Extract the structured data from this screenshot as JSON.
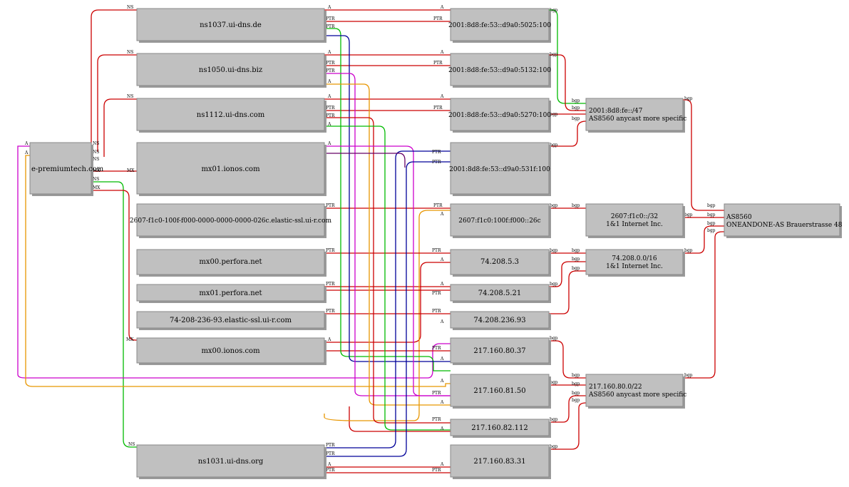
{
  "colors": {
    "red": "#cc0000",
    "green": "#00bb00",
    "blue": "#000099",
    "magenta": "#cc00cc",
    "orange": "#e89600",
    "node_fill": "#c0c0c0"
  },
  "nodes": {
    "domain": "e-premiumtech.com",
    "ns1037": "ns1037.ui-dns.de",
    "ns1050": "ns1050.ui-dns.biz",
    "ns1112": "ns1112.ui-dns.com",
    "mx01ionos": "mx01.ionos.com",
    "elastic2607": "2607-f1c0-100f-f000-0000-0000-0000-026c.elastic-ssl.ui-r.com",
    "mx00perfora": "mx00.perfora.net",
    "mx01perfora": "mx01.perfora.net",
    "elastic74": "74-208-236-93.elastic-ssl.ui-r.com",
    "mx00ionos": "mx00.ionos.com",
    "ns1031": "ns1031.ui-dns.org",
    "ip5025": "2001:8d8:fe:53::d9a0:5025:100",
    "ip5132": "2001:8d8:fe:53::d9a0:5132:100",
    "ip5270": "2001:8d8:fe:53::d9a0:5270:100",
    "ip531f": "2001:8d8:fe:53::d9a0:531f:100",
    "ip26c": "2607:f1c0:100f:f000::26c",
    "ip7453": "74.208.5.3",
    "ip74521": "74.208.5.21",
    "ip74236": "74.208.236.93",
    "ip8037": "217.160.80.37",
    "ip8150": "217.160.81.50",
    "ip82112": "217.160.82.112",
    "ip8331": "217.160.83.31",
    "pfx2001_l1": "2001:8d8:fe::/47",
    "pfx2001_l2": "AS8560 anycast more specific",
    "pfx2607_l1": "2607:f1c0::/32",
    "pfx2607_l2": "1&1 Internet Inc.",
    "pfx74_l1": "74.208.0.0/16",
    "pfx74_l2": "1&1 Internet Inc.",
    "pfx217_l1": "217.160.80.0/22",
    "pfx217_l2": "AS8560 anycast more specific",
    "as_l1": "AS8560",
    "as_l2": "ONEANDONE-AS Brauerstrasse 48"
  },
  "edge_labels": {
    "ns": "NS",
    "mx": "MX",
    "a": "A",
    "ptr": "PTR",
    "bgp": "bgp"
  }
}
